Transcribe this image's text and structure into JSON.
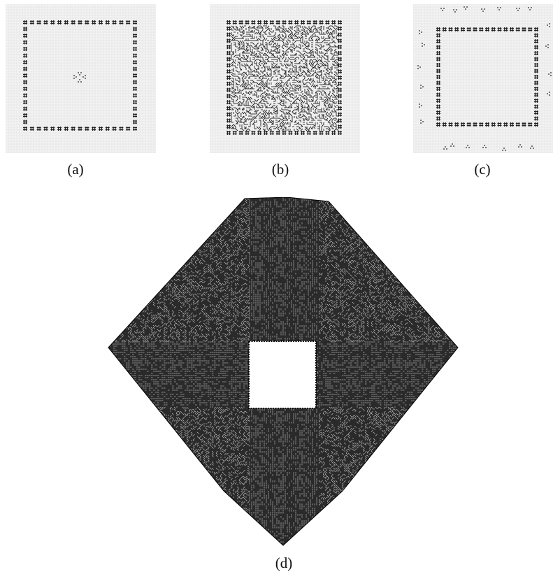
{
  "figure": {
    "panels": [
      {
        "id": "a",
        "label": "(a)",
        "description_name": "initial-ring-with-center-glider"
      },
      {
        "id": "b",
        "label": "(b)",
        "description_name": "ring-filled-with-pattern"
      },
      {
        "id": "c",
        "label": "(c)",
        "description_name": "ring-with-emitted-gliders"
      },
      {
        "id": "d",
        "label": "(d)",
        "description_name": "large-diamond-evolution"
      }
    ],
    "colors": {
      "grid_background": "#f3f3f3",
      "grid_line": "#d9d9d9",
      "cell": "#222222",
      "dense_fill": "#2a2a2a"
    }
  }
}
